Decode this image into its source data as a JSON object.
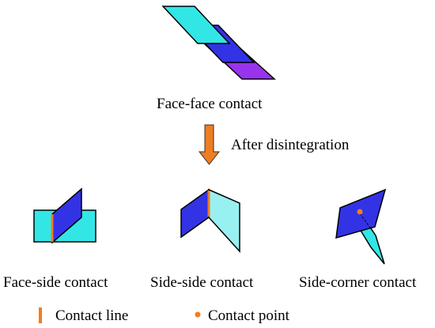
{
  "labels": {
    "top": "Face-face contact",
    "arrow": "After disintegration",
    "face_side": "Face-side contact",
    "side_side": "Side-side contact",
    "side_corner": "Side-corner contact"
  },
  "legend": {
    "line": "Contact line",
    "point": "Contact point"
  },
  "colors": {
    "cyan": "#33e6e6",
    "light_cyan": "#99f0f0",
    "blue": "#3333e6",
    "purple": "#9933ee",
    "orange": "#ef7d22",
    "outline": "#000000"
  }
}
